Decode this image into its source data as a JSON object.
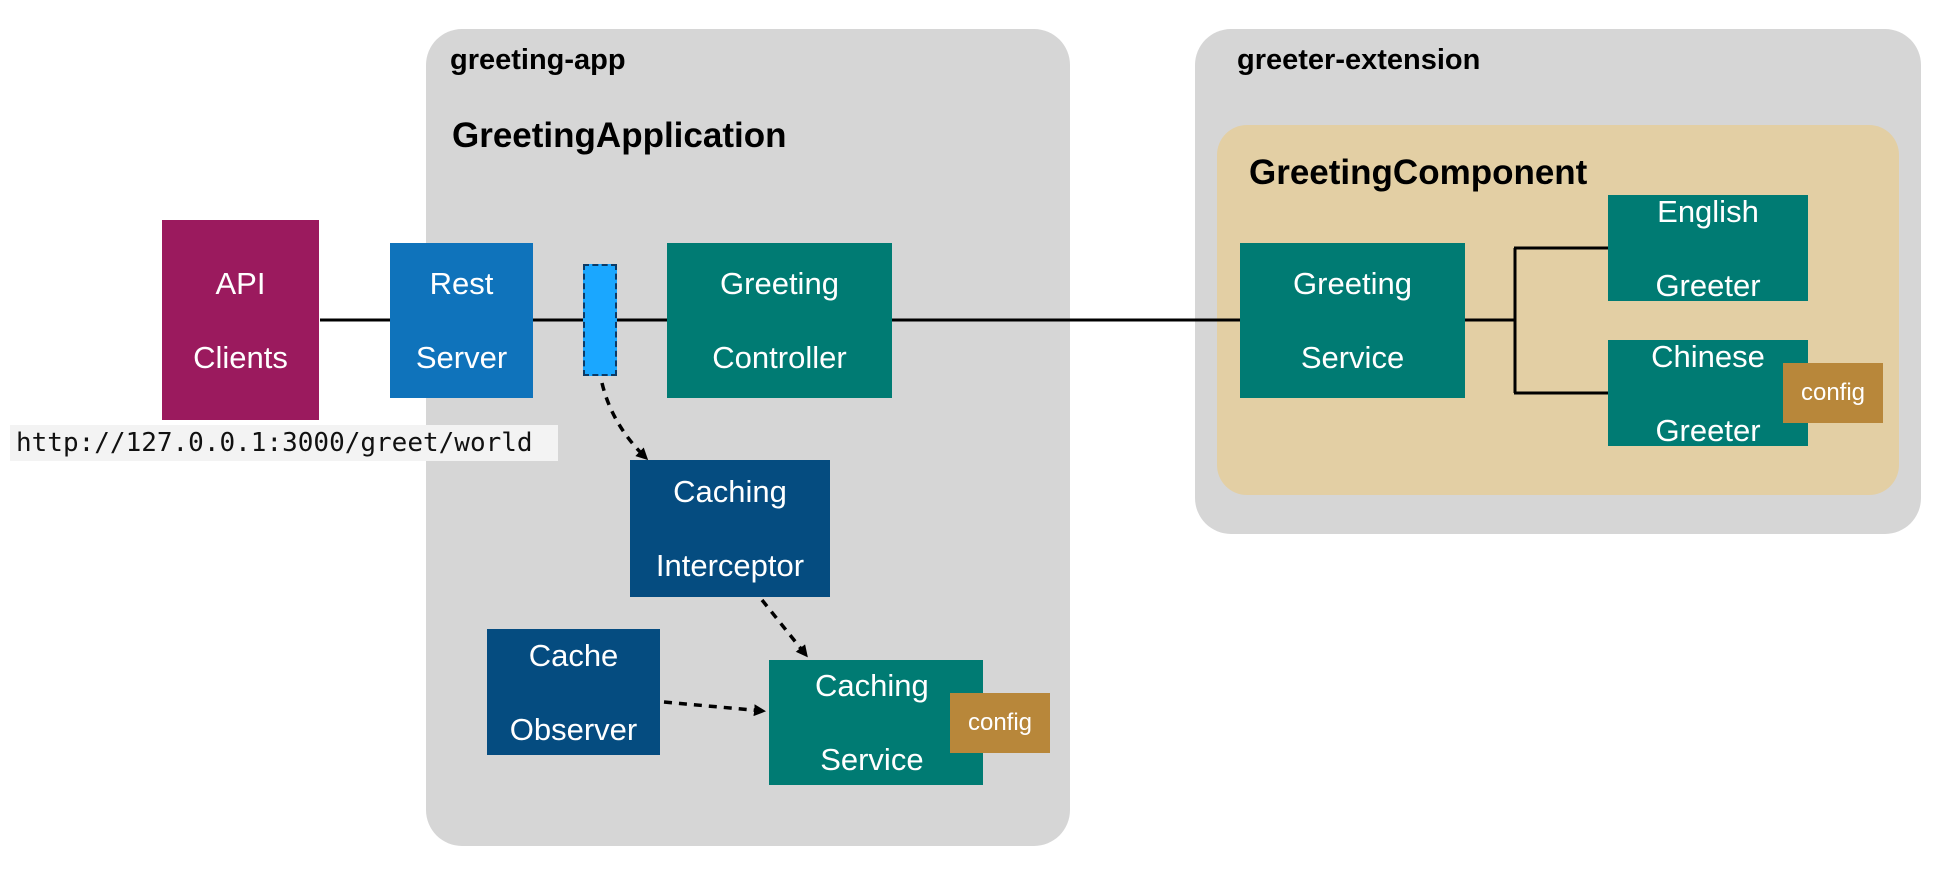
{
  "groups": {
    "app": {
      "label": "greeting-app",
      "class_label": "GreetingApplication"
    },
    "extension": {
      "label": "greeter-extension",
      "component_label": "GreetingComponent"
    }
  },
  "boxes": {
    "api_clients": {
      "line1": "API",
      "line2": "Clients"
    },
    "rest_server": {
      "line1": "Rest",
      "line2": "Server"
    },
    "greeting_controller": {
      "line1": "Greeting",
      "line2": "Controller"
    },
    "caching_interceptor": {
      "line1": "Caching",
      "line2": "Interceptor"
    },
    "cache_observer": {
      "line1": "Cache",
      "line2": "Observer"
    },
    "caching_service": {
      "line1": "Caching",
      "line2": "Service",
      "config": "config"
    },
    "greeting_service": {
      "line1": "Greeting",
      "line2": "Service"
    },
    "english_greeter": {
      "line1": "English",
      "line2": "Greeter"
    },
    "chinese_greeter": {
      "line1": "Chinese",
      "line2": "Greeter",
      "config": "config"
    }
  },
  "url": "http://127.0.0.1:3000/greet/world",
  "colors": {
    "group_bg": "#d6d6d6",
    "component_bg": "#e3cfa4",
    "api_clients": "#9b1a5e",
    "rest_server": "#0f73bb",
    "teal": "#007b73",
    "navy": "#054c80",
    "config": "#b8873a",
    "interceptor_slot": "#1aa7ff"
  }
}
